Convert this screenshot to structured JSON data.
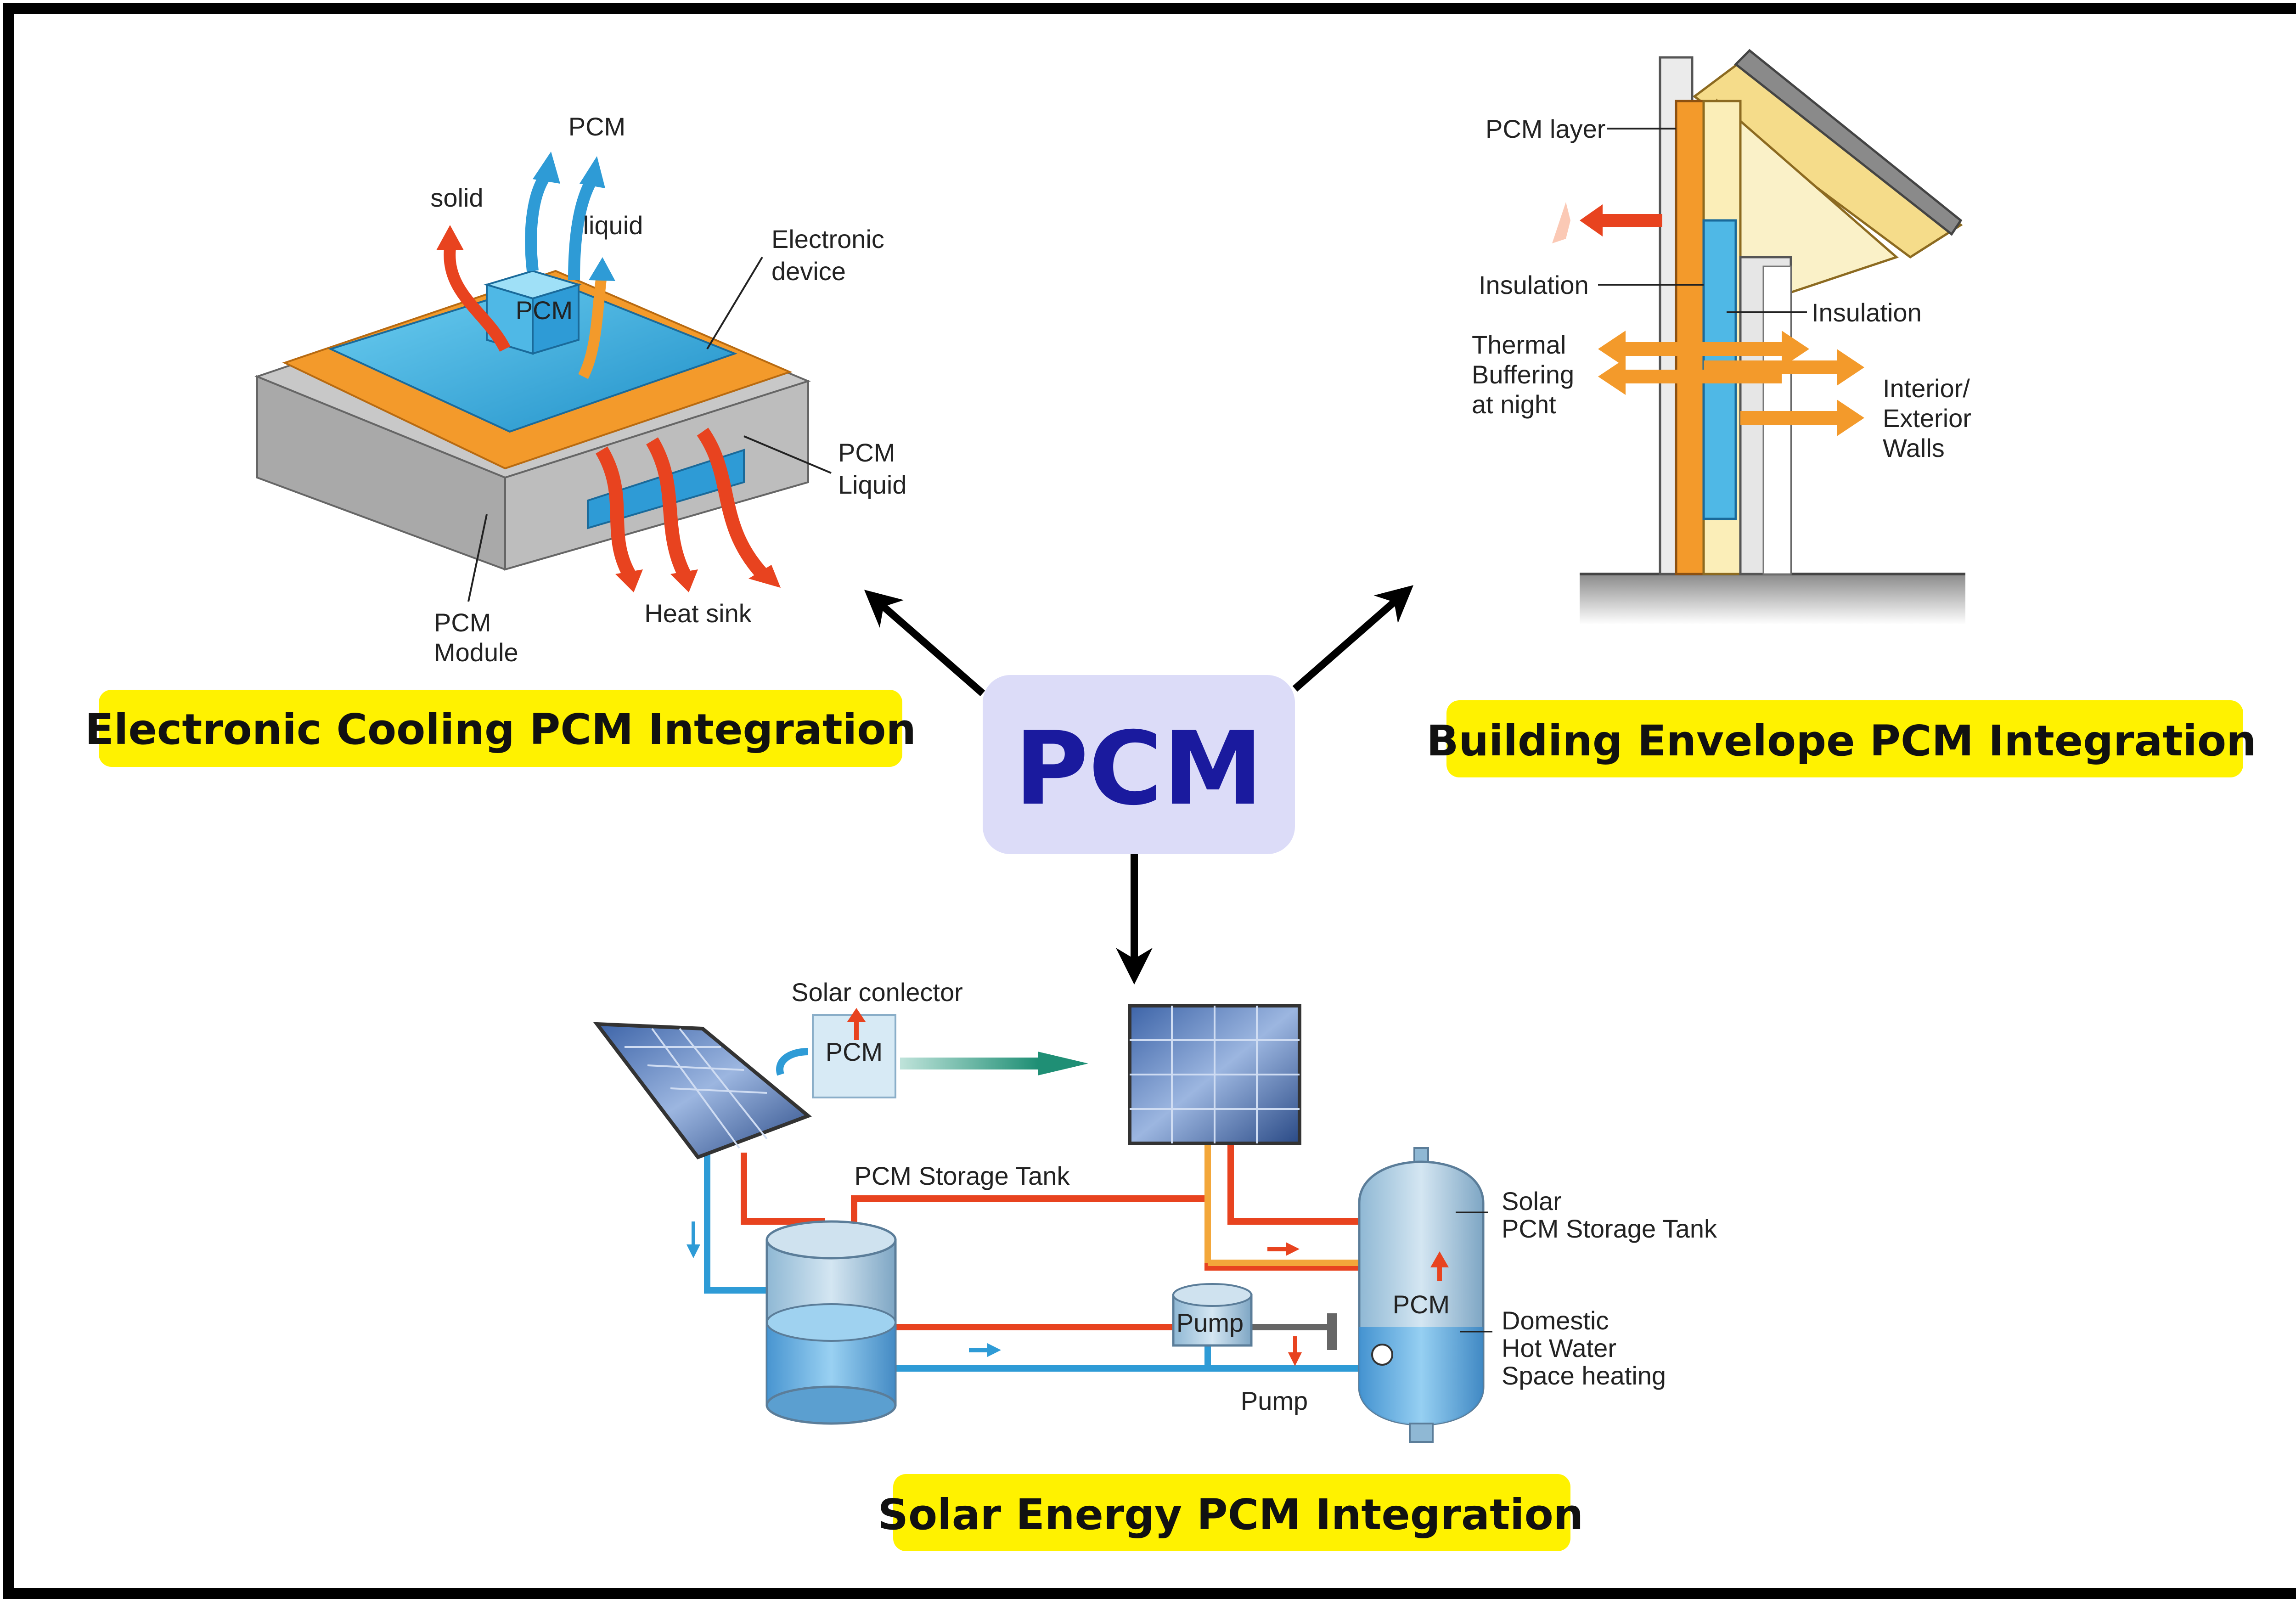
{
  "center": {
    "label": "PCM"
  },
  "titles": {
    "electronic": "Electronic Cooling PCM Integration",
    "building": "Building Envelope PCM Integration",
    "solar": "Solar Energy PCM Integration"
  },
  "electronic": {
    "pcm_top": "PCM",
    "solid": "solid",
    "liquid": "liquid",
    "cube": "PCM",
    "device_line1": "Electronic",
    "device_line2": "device",
    "pcm_liquid_line1": "PCM",
    "pcm_liquid_line2": "Liquid",
    "module_line1": "PCM",
    "module_line2": "Module",
    "heat_sink": "Heat sink"
  },
  "building": {
    "pcm_layer": "PCM layer",
    "insulation_left": "Insulation",
    "insulation_right": "Insulation",
    "thermal_line1": "Thermal",
    "thermal_line2": "Buffering",
    "thermal_line3": "at night",
    "walls_line1": "Interior/",
    "walls_line2": "Exterior",
    "walls_line3": "Walls"
  },
  "solar": {
    "collector": "Solar conlector",
    "collector_box": "PCM",
    "storage_tank": "PCM Storage Tank",
    "pump_box": "Pump",
    "pump_label": "Pump",
    "tank_pcm": "PCM",
    "solar_tank_line1": "Solar",
    "solar_tank_line2": "PCM Storage Tank",
    "dhw_line1": "Domestic",
    "dhw_line2": "Hot Water",
    "dhw_line3": "Space heating"
  },
  "colors": {
    "title_highlight": "#fff200",
    "center_box": "#dcdcf8",
    "center_text": "#1a1a9e",
    "hot_arrow": "#e8431f",
    "cold_arrow": "#2e9bd6",
    "orange": "#f39a2b",
    "panel": "#2d4f8e"
  }
}
